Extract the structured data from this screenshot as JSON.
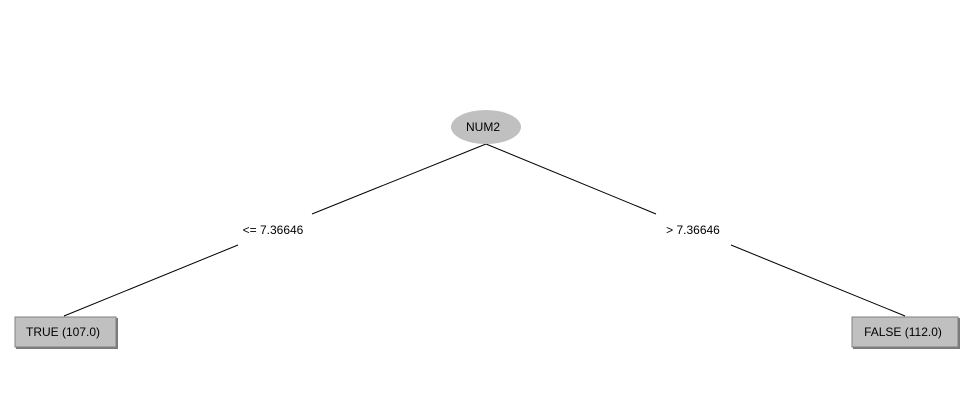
{
  "tree": {
    "root": {
      "label": "NUM2",
      "fill": "#c0c0c0"
    },
    "branches": [
      {
        "condition": "<= 7.36646",
        "leaf": {
          "label": "TRUE (107.0)",
          "fill": "#c0c0c0"
        }
      },
      {
        "condition": "> 7.36646",
        "leaf": {
          "label": "FALSE (112.0)",
          "fill": "#c0c0c0"
        }
      }
    ],
    "colors": {
      "background": "#ffffff",
      "edge": "#000000",
      "text": "#000000",
      "leaf_border": "#808080",
      "leaf_shadow": "#7a7a7a"
    }
  }
}
